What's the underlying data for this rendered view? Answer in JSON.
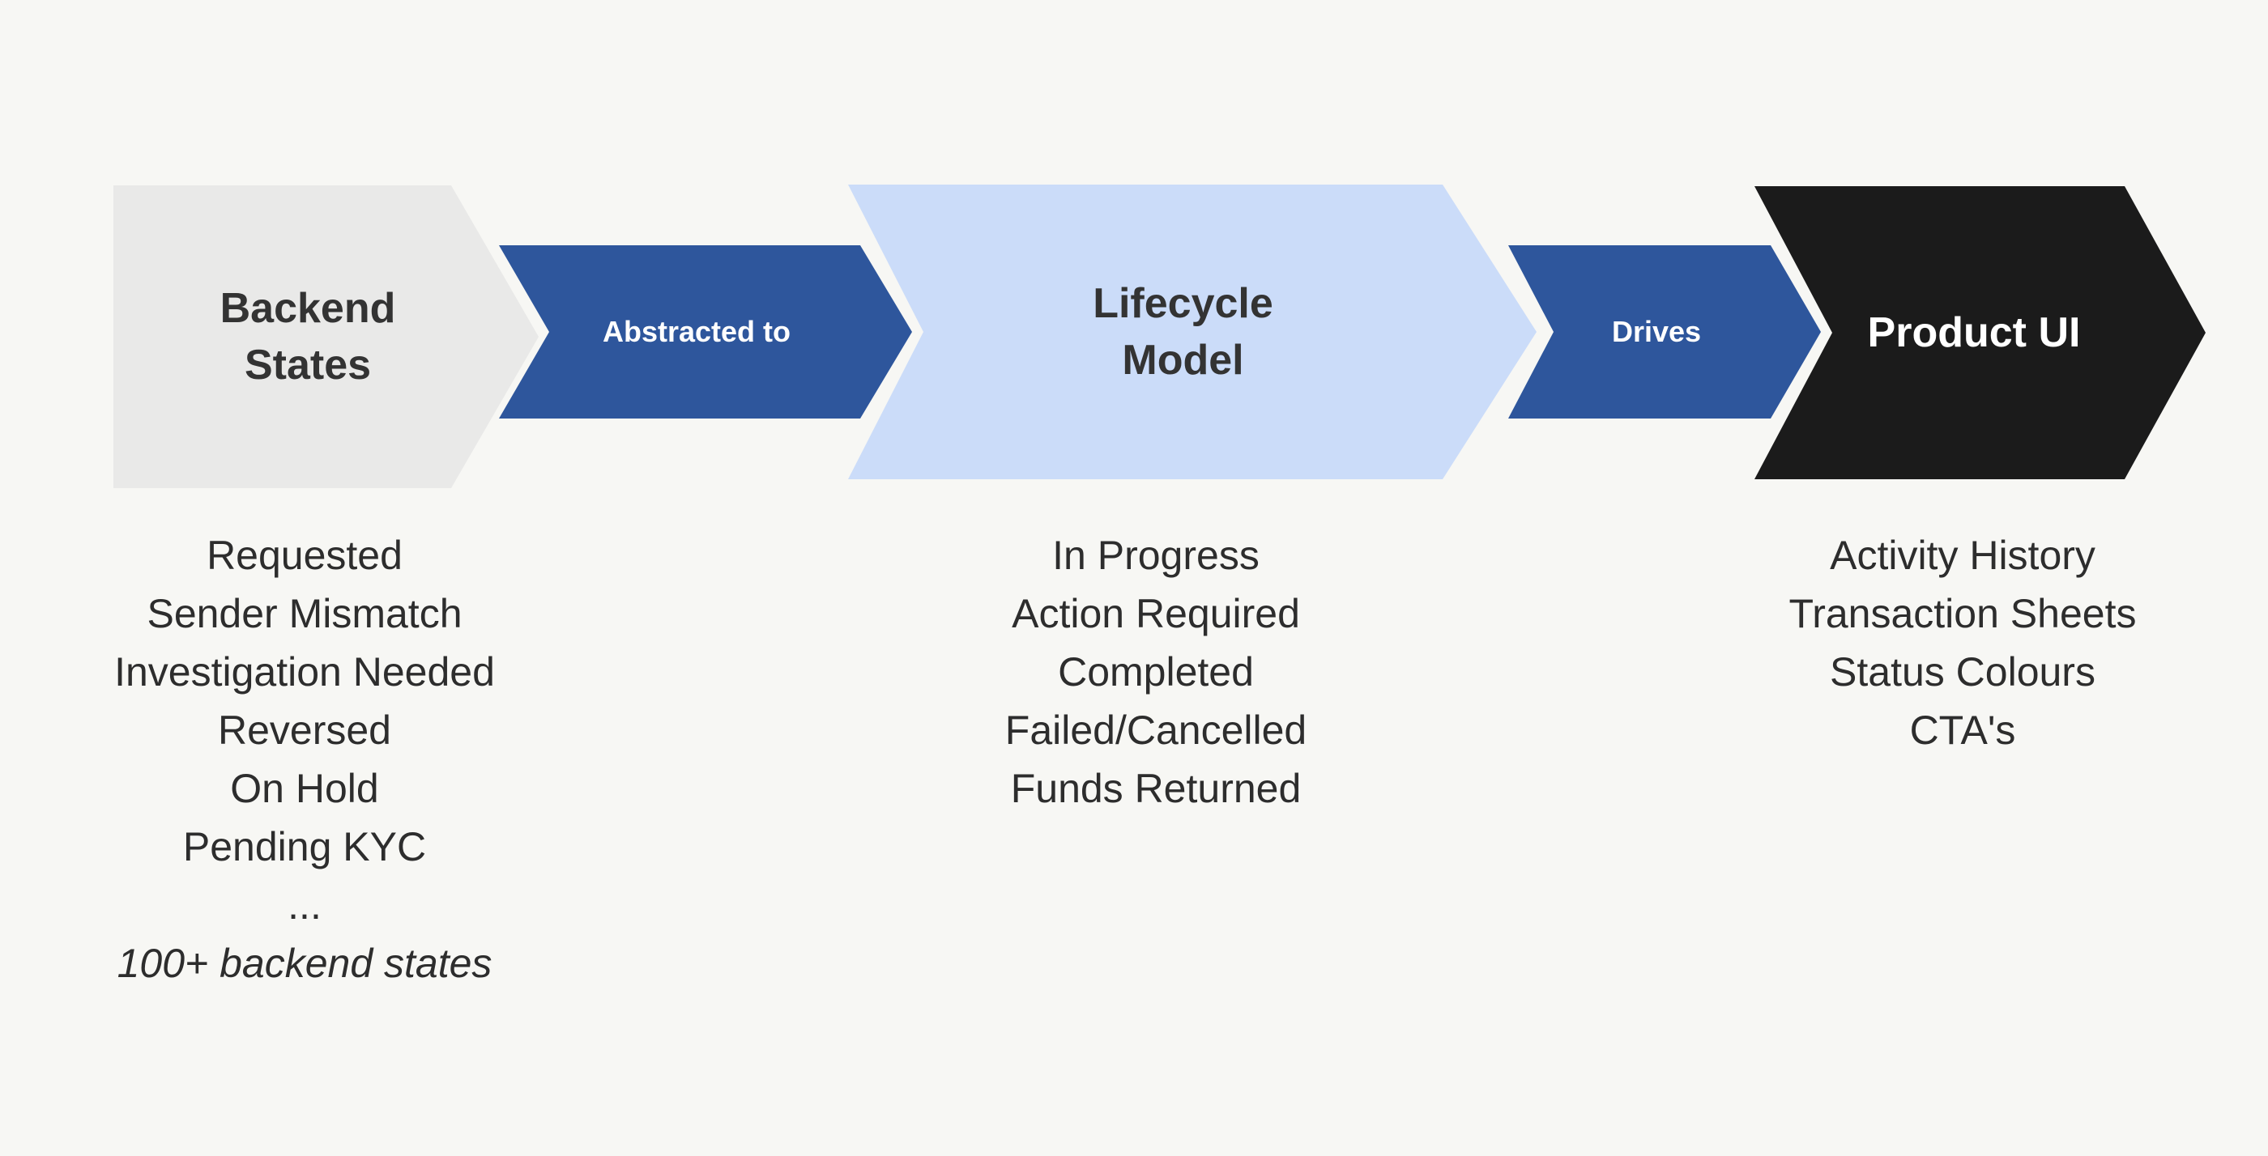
{
  "colors": {
    "background": "#f7f7f4",
    "node_gray": "#e9e9e8",
    "connector_blue": "#2e569c",
    "node_light_blue": "#cbdcf9",
    "node_black": "#1b1b1b",
    "heading_text": "#333333",
    "connector_text": "#ffffff",
    "list_text": "#2d2d2d"
  },
  "flow": {
    "backend_states": {
      "line1": "Backend",
      "line2": "States"
    },
    "abstracted_to": {
      "label": "Abstracted to"
    },
    "lifecycle_model": {
      "line1": "Lifecycle",
      "line2": "Model"
    },
    "drives": {
      "label": "Drives"
    },
    "product_ui": {
      "label": "Product UI"
    }
  },
  "lists": {
    "backend_states": {
      "items": [
        "Requested",
        "Sender Mismatch",
        "Investigation Needed",
        "Reversed",
        "On Hold",
        "Pending KYC",
        "..."
      ],
      "footnote": "100+ backend states"
    },
    "lifecycle_model": {
      "items": [
        "In Progress",
        "Action Required",
        "Completed",
        "Failed/Cancelled",
        "Funds Returned"
      ]
    },
    "product_ui": {
      "items": [
        "Activity History",
        "Transaction Sheets",
        "Status Colours",
        "CTA's"
      ]
    }
  }
}
